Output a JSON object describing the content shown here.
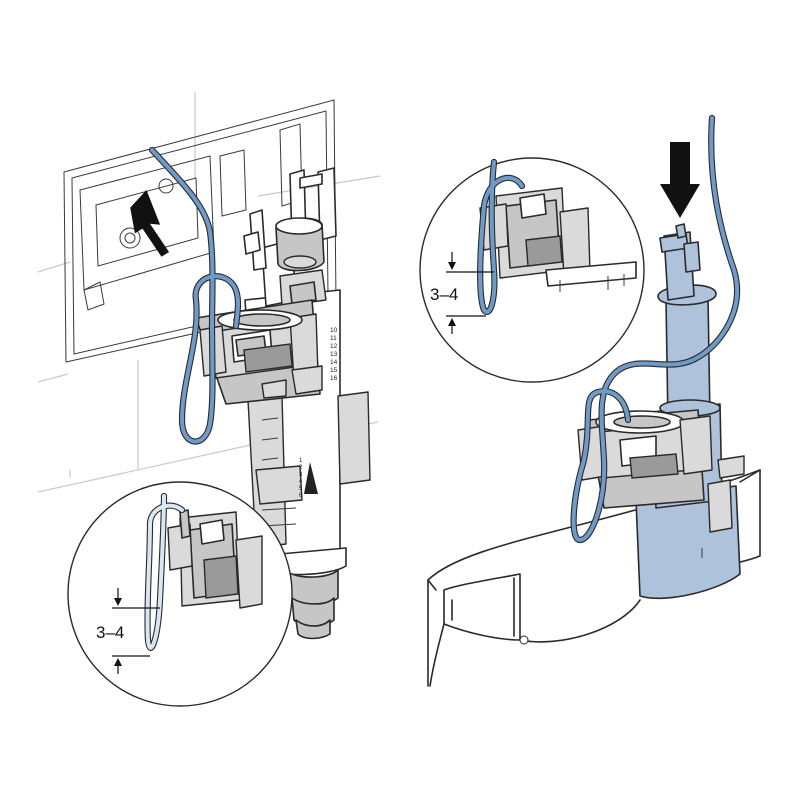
{
  "dimensions": {
    "detail_left": "3–4",
    "detail_right": "3–4"
  },
  "scale_numbers": [
    "10",
    "11",
    "12",
    "13",
    "14",
    "15",
    "16"
  ],
  "scale_numbers_small": [
    "1",
    "2",
    "3",
    "4",
    "5",
    "6"
  ],
  "colors": {
    "cord_fill": "#6f9bc9",
    "highlight_part": "#aec2dc",
    "body_grey": "#c6c6c6",
    "outline": "#2a2a2a"
  },
  "icons": {
    "left": "arrow-up-icon",
    "right": "arrow-down-icon"
  }
}
